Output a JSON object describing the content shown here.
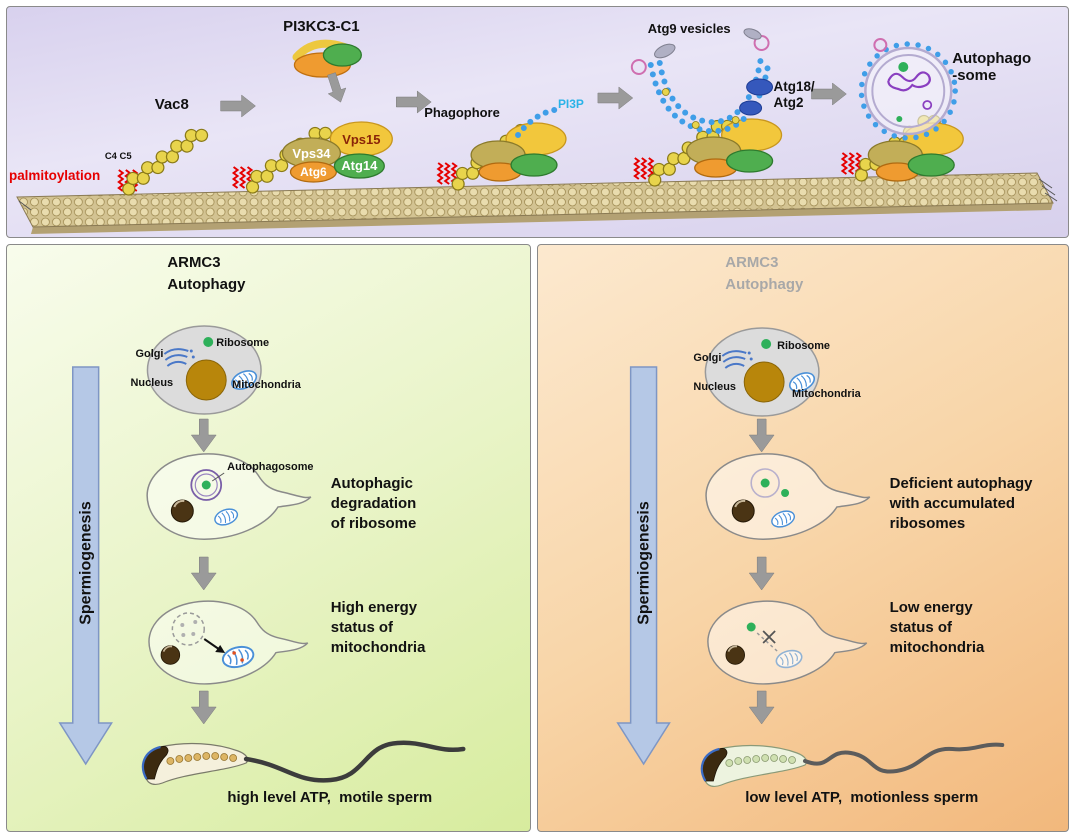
{
  "colors": {
    "palmitoylation_red": "#e60000",
    "pi3p_cyan": "#2ab3e8",
    "ribosome_green": "#2eb05a",
    "nucleus_gold": "#b8860b",
    "membrane_tan": "#d3c392",
    "spermiogenesis_arrow_blue": "#b5c8e6",
    "top_panel_bg": "#ded7f1",
    "left_panel_bg": "#e9f4c8",
    "right_panel_bg": "#f8d5a8"
  },
  "top": {
    "pi3kc3_label": "PI3KC3-C1",
    "vac8_label": "Vac8",
    "c4c5_label": "C4 C5",
    "palmitoylation_label": "palmitoylation",
    "vps15_label": "Vps15",
    "vps34_label": "Vps34",
    "atg6_label": "Atg6",
    "atg14_label": "Atg14",
    "phagophore_label": "Phagophore",
    "pi3p_label": "PI3P",
    "atg9_label": "Atg9 vesicles",
    "atg18_lines": [
      "Atg18/",
      "Atg2"
    ],
    "autophagosome_lines": [
      "Autophago",
      "-some"
    ]
  },
  "left_panel": {
    "title_lines": [
      "ARMC3",
      "Autophagy"
    ],
    "organelles": {
      "golgi": "Golgi",
      "ribosome": "Ribosome",
      "nucleus": "Nucleus",
      "mitochondria": "Mitochondria"
    },
    "axis_label": "Spermiogenesis",
    "autophagosome_label": "Autophagosome",
    "step1_lines": [
      "Autophagic",
      "degradation",
      "of ribosome"
    ],
    "step2_lines": [
      "High energy",
      "status of",
      "mitochondria"
    ],
    "result_label": "high level ATP,  motile sperm"
  },
  "right_panel": {
    "title_lines": [
      "ARMC3",
      "Autophagy"
    ],
    "organelles": {
      "golgi": "Golgi",
      "ribosome": "Ribosome",
      "nucleus": "Nucleus",
      "mitochondria": "Mitochondria"
    },
    "axis_label": "Spermiogenesis",
    "step1_lines": [
      "Deficient autophagy",
      "with accumulated",
      "ribosomes"
    ],
    "step2_lines": [
      "Low energy",
      "status of",
      "mitochondria"
    ],
    "result_label": "low level ATP,  motionless sperm"
  }
}
